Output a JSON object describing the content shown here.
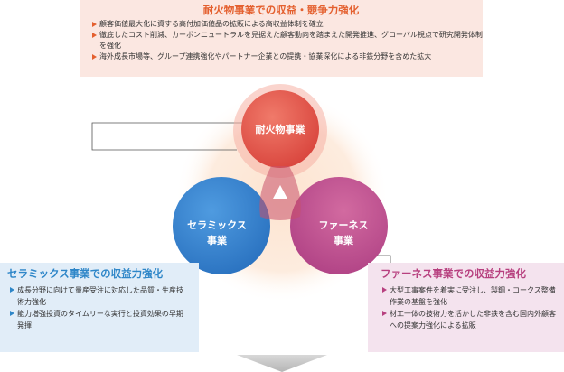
{
  "refractory": {
    "circle_label": "耐火物事業",
    "panel_title": "耐火物事業での収益・競争力強化",
    "bullets": [
      "顧客価値最大化に資する高付加価値品の拡販による高収益体制を確立",
      "徹底したコスト削減、カーボンニュートラルを見据えた顧客動向を踏まえた開発推進、グローバル視点で研究開発体制を強化",
      "海外成長市場等、グループ連携強化やパートナー企業との提携・協業深化による非鉄分野を含めた拡大"
    ],
    "color": "#e4602f"
  },
  "ceramics": {
    "circle_label_line1": "セラミックス",
    "circle_label_line2": "事業",
    "panel_title": "セラミックス事業での収益力強化",
    "bullets": [
      "成長分野に向けて量産受注に対応した品質・生産技術力強化",
      "能力増強投資のタイムリーな実行と投資効果の早期発揮"
    ],
    "color": "#2e86c8"
  },
  "furnace": {
    "circle_label_line1": "ファーネス",
    "circle_label_line2": "事業",
    "panel_title": "ファーネス事業での収益力強化",
    "bullets": [
      "大型工事案件を着実に受注し、製鋼・コークス整備作業の基盤を強化",
      "材工一体の技術力を活かした非鉄を含む国内外顧客への提案力強化による拡販"
    ],
    "color": "#b7407f"
  }
}
